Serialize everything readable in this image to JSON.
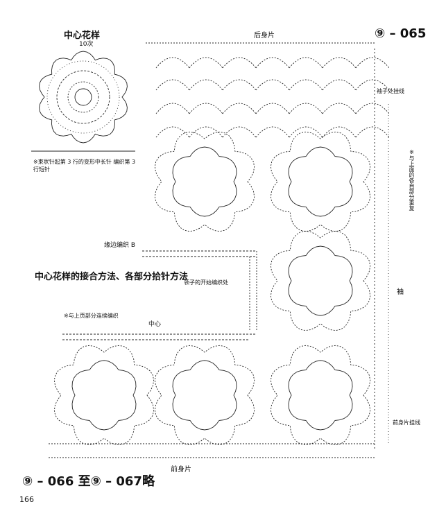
{
  "header": {
    "code": "⑨ – 065"
  },
  "motif": {
    "title": "中心花样",
    "count": "10次",
    "note": "※束状针起第 3 行的变形中长针 编织第 3 行短针"
  },
  "labels": {
    "back_body": "后身片",
    "sleeve_seam": "袖子处挂线",
    "vertical_note": "※与上面的各自部分重复",
    "edge_b": "缘边编织 B",
    "section_title": "中心花样的接合方法、各部分拾针方法",
    "start_note": "领子的开始编织处",
    "sleeve": "袖",
    "continue_note": "※与上页部分连续编织",
    "center": "中心",
    "front_seam": "前身片挂线",
    "front_body": "前身片"
  },
  "footer": {
    "omitted": "⑨ – 066 至⑨ – 067略",
    "page_number": "166"
  }
}
